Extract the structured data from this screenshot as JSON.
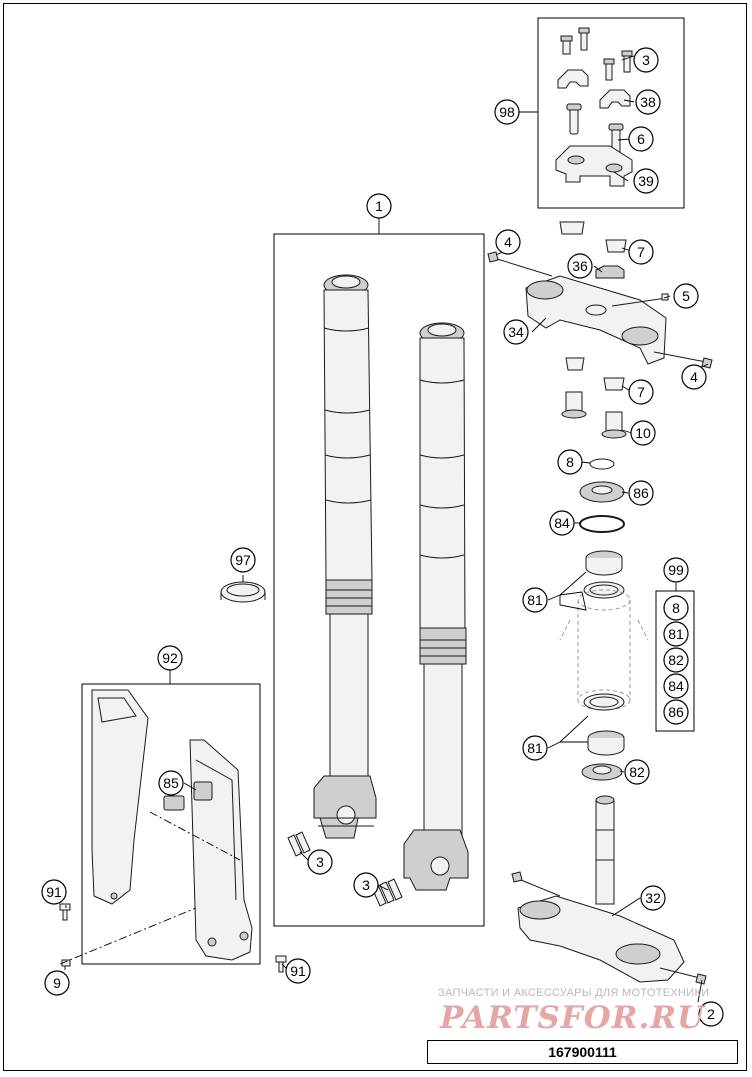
{
  "diagram": {
    "document_number": "167900111",
    "watermark": {
      "caption": "ЗАПЧАСТИ И АКСЕССУАРЫ ДЛЯ МОТОТЕХНИКИ",
      "logo": "PARTSFOR.RU"
    },
    "callouts": [
      {
        "label": "1"
      },
      {
        "label": "2"
      },
      {
        "label": "3"
      },
      {
        "label": "3"
      },
      {
        "label": "3"
      },
      {
        "label": "4"
      },
      {
        "label": "4"
      },
      {
        "label": "5"
      },
      {
        "label": "6"
      },
      {
        "label": "7"
      },
      {
        "label": "7"
      },
      {
        "label": "8"
      },
      {
        "label": "9"
      },
      {
        "label": "10"
      },
      {
        "label": "32"
      },
      {
        "label": "34"
      },
      {
        "label": "36"
      },
      {
        "label": "38"
      },
      {
        "label": "39"
      },
      {
        "label": "81"
      },
      {
        "label": "81"
      },
      {
        "label": "82"
      },
      {
        "label": "84"
      },
      {
        "label": "85"
      },
      {
        "label": "86"
      },
      {
        "label": "91"
      },
      {
        "label": "91"
      },
      {
        "label": "92"
      },
      {
        "label": "97"
      },
      {
        "label": "98"
      },
      {
        "label": "99"
      }
    ],
    "kit_99_contents": [
      "8",
      "81",
      "82",
      "84",
      "86"
    ]
  }
}
